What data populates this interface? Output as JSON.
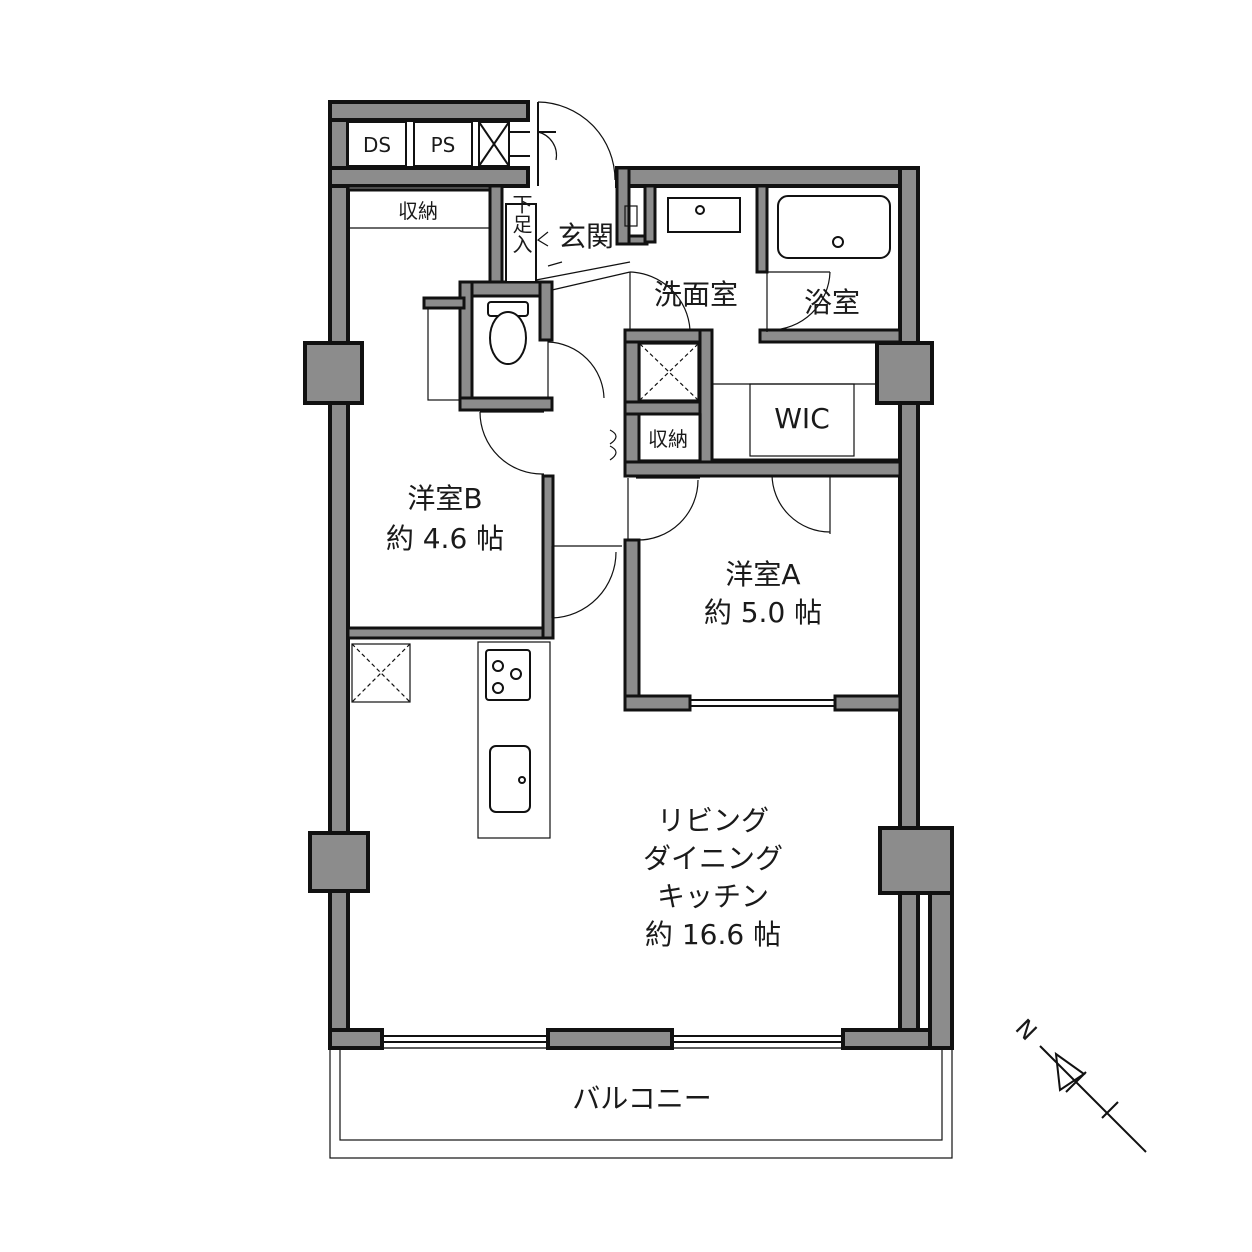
{
  "rooms": {
    "ds": "DS",
    "ps": "PS",
    "storage_b": "収納",
    "entrance": "玄関",
    "shoe_box": "下足入",
    "washroom": "洗面室",
    "bathroom": "浴室",
    "wic": "WIC",
    "storage_hall": "収納",
    "room_b_name": "洋室B",
    "room_b_size": "約 4.6 帖",
    "room_a_name": "洋室A",
    "room_a_size": "約 5.0 帖",
    "ldk_line1": "リビング",
    "ldk_line2": "ダイニング",
    "ldk_line3": "キッチン",
    "ldk_size": "約 16.6 帖",
    "balcony": "バルコニー"
  },
  "compass": {
    "north_label": "N",
    "icon": "north-arrow-icon"
  },
  "colors": {
    "wall": "#8c8c8c",
    "line": "#111111"
  }
}
